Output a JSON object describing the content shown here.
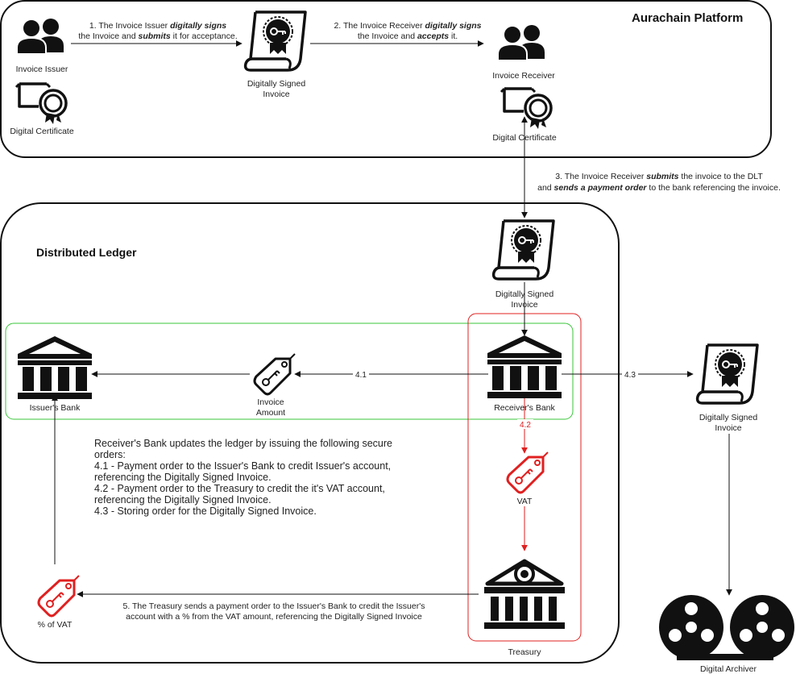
{
  "platform": {
    "title": "Aurachain Platform"
  },
  "ledger": {
    "title": "Distributed Ledger"
  },
  "nodes": {
    "invoice_issuer": "Invoice Issuer",
    "issuer_certificate": "Digital Certificate",
    "signed_invoice_top_1": "Digitally Signed",
    "signed_invoice_top_2": "Invoice",
    "invoice_receiver": "Invoice Receiver",
    "receiver_certificate": "Digital Certificate",
    "signed_invoice_mid_1": "Digitally Signed",
    "signed_invoice_mid_2": "Invoice",
    "issuers_bank": "Issuer's Bank",
    "invoice_amount_1": "Invoice",
    "invoice_amount_2": "Amount",
    "receivers_bank": "Receiver's Bank",
    "signed_invoice_right_1": "Digitally Signed",
    "signed_invoice_right_2": "Invoice",
    "vat": "VAT",
    "treasury": "Treasury",
    "percent_vat": "% of VAT",
    "digital_archiver": "Digital Archiver"
  },
  "steps": {
    "s1_a": "1. The Invoice Issuer ",
    "s1_b": "digitally signs",
    "s1_c": "the Invoice and ",
    "s1_d": "submits",
    "s1_e": " it for acceptance.",
    "s2_a": "2. The Invoice Receiver ",
    "s2_b": "digitally signs",
    "s2_c": "the Invoice and ",
    "s2_d": "accepts",
    "s2_e": " it.",
    "s3_a": "3. The Invoice Receiver ",
    "s3_b": "submits",
    "s3_c": " the invoice to the DLT",
    "s3_d": "and ",
    "s3_e": "sends a payment order",
    "s3_f": " to the bank referencing the invoice.",
    "s41": "4.1",
    "s42": "4.2",
    "s43": "4.3",
    "s5_1": "5. The Treasury sends a payment order to the Issuer's Bank to credit the Issuer's",
    "s5_2": "account with a % from the VAT amount, referencing the Digitally Signed Invoice"
  },
  "note": {
    "l1": "Receiver's Bank updates the ledger by issuing the following secure",
    "l2": "orders:",
    "l3": "4.1 - Payment order to the Issuer's Bank to credit Issuer's account,",
    "l4": "referencing the Digitally Signed Invoice.",
    "l5": "4.2 - Payment order to the Treasury to credit the it's VAT account,",
    "l6": "referencing the Digitally Signed Invoice.",
    "l7": "4.3 - Storing order for the Digitally Signed Invoice."
  },
  "colors": {
    "line": "#111111",
    "red": "#e02020",
    "green": "#39c639"
  }
}
